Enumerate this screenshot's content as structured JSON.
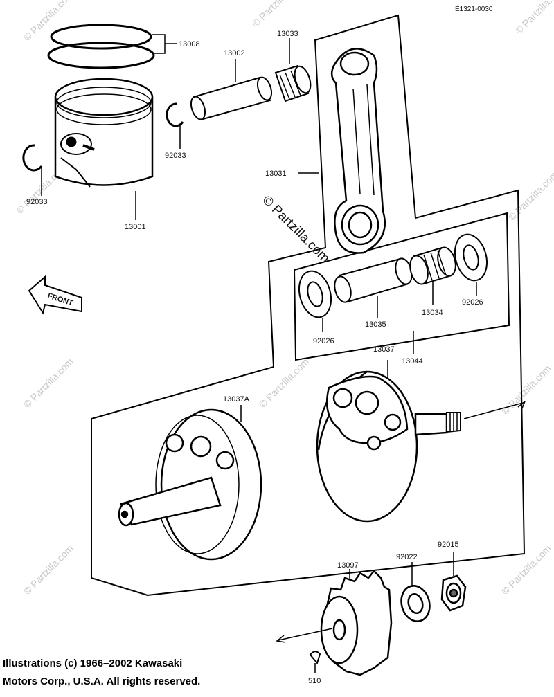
{
  "figure_ref": "E1321-0030",
  "front_label": "FRONT",
  "parts": {
    "rings": "13008",
    "piston": "13001",
    "piston_pin": "13002",
    "small_end_bearing": "13033",
    "circlip_right": "92033",
    "circlip_left": "92033",
    "connecting_rod": "13031",
    "crank_pin": "13035",
    "washer_left": "92026",
    "washer_right": "92026",
    "big_end_bearing": "13034",
    "crankshaft_assy": "13044",
    "flywheel_right": "13037",
    "flywheel_left": "13037A",
    "gear": "13097",
    "lock_washer": "92022",
    "nut": "92015",
    "key": "510"
  },
  "watermark": {
    "main": "© Partzilla.com",
    "repeat": "© Partzilla.com"
  },
  "copyright": {
    "line1": "Illustrations (c) 1966–2002 Kawasaki",
    "line2": "Motors Corp., U.S.A.  All rights reserved."
  }
}
